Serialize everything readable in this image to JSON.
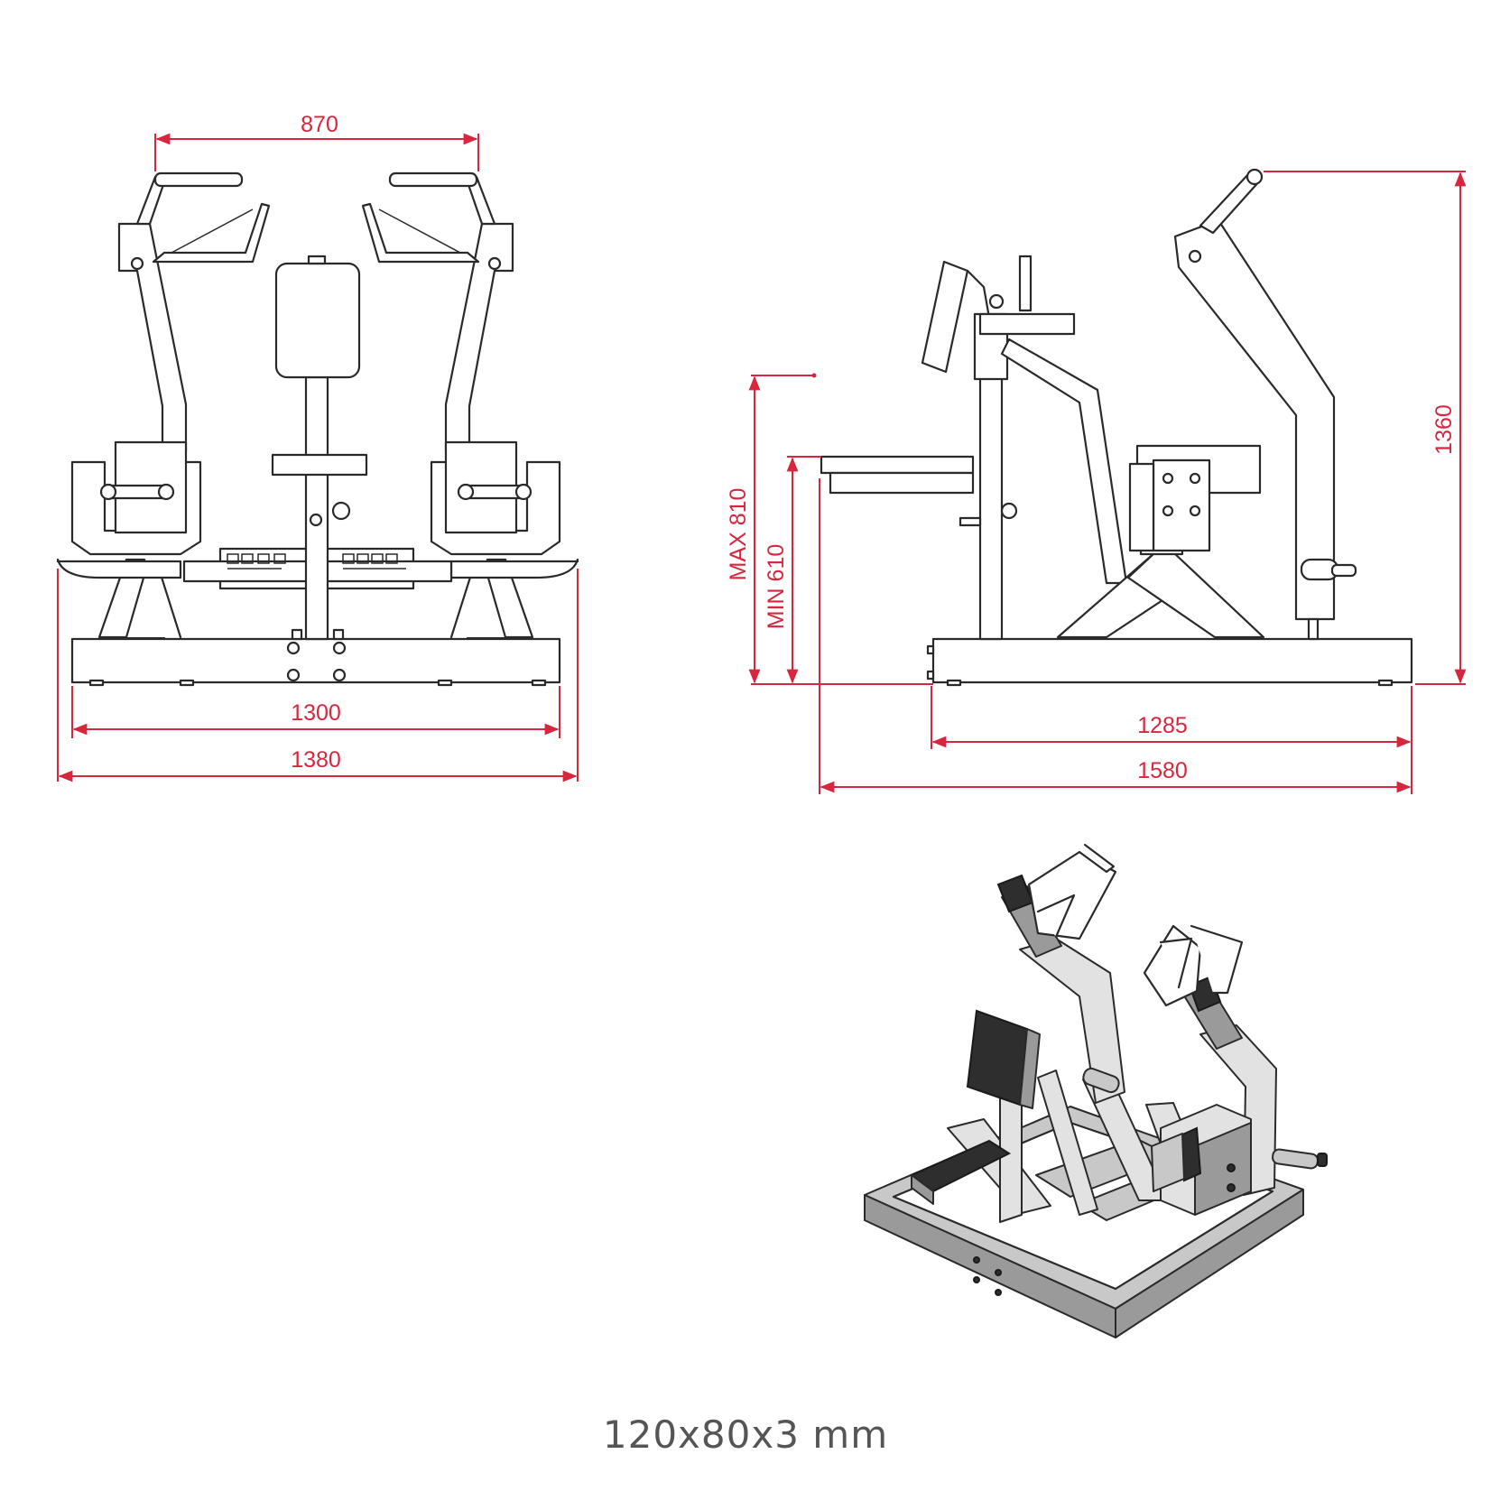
{
  "colors": {
    "dimension": "#d7263d",
    "outline": "#2a2a2a",
    "caption": "#555555"
  },
  "front_view": {
    "dim_handle_spread": "870",
    "dim_base_width": "1300",
    "dim_overall_width": "1380"
  },
  "side_view": {
    "dim_height": "1360",
    "dim_seat_max": "MAX 810",
    "dim_seat_min": "MIN 610",
    "dim_base_length": "1285",
    "dim_overall_length": "1580"
  },
  "caption": "120x80x3 mm"
}
